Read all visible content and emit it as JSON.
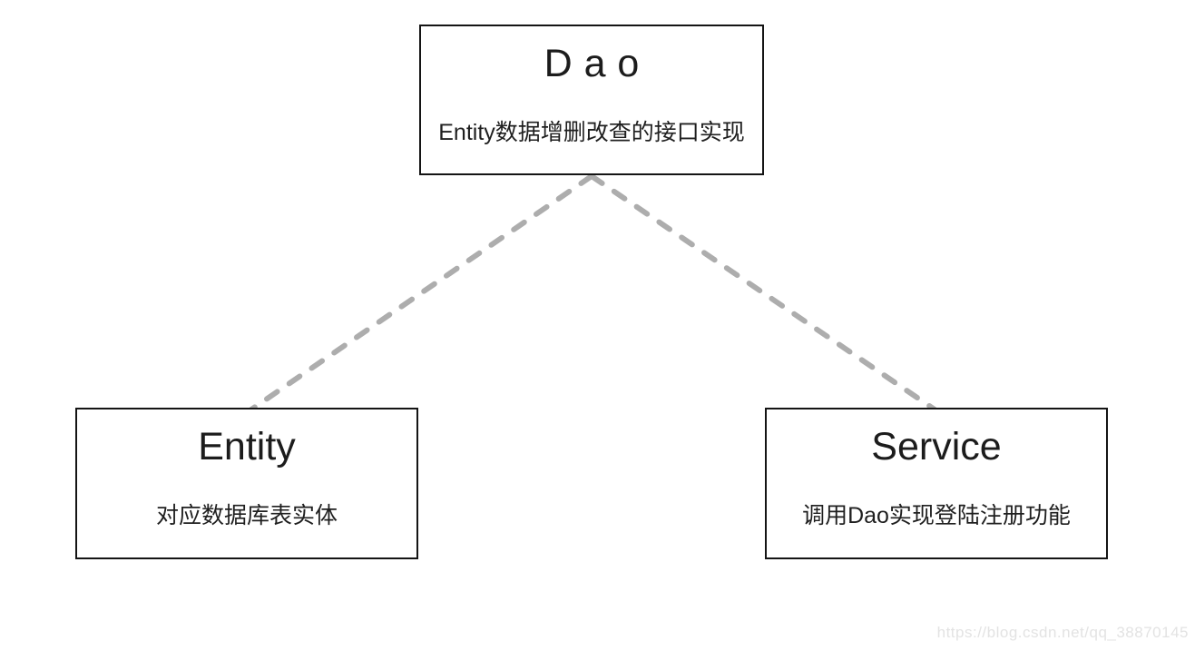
{
  "diagram": {
    "nodes": {
      "dao": {
        "title": "Dao",
        "subtitle": "Entity数据增删改查的接口实现"
      },
      "entity": {
        "title": "Entity",
        "subtitle": "对应数据库表实体"
      },
      "service": {
        "title": "Service",
        "subtitle": "调用Dao实现登陆注册功能"
      }
    },
    "connector_color": "#adadad"
  },
  "watermark": {
    "text": "https://blog.csdn.net/qq_38870145"
  }
}
